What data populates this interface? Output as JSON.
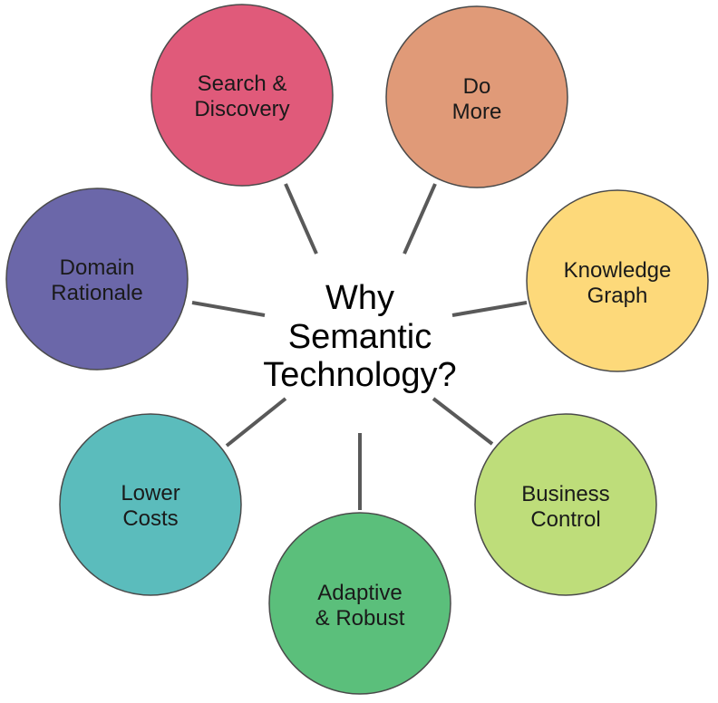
{
  "center": {
    "lines": [
      "Why",
      "Semantic",
      "Technology?"
    ]
  },
  "nodes": [
    {
      "id": "search-discovery",
      "lines": [
        "Search &",
        "Discovery"
      ],
      "color": "#e05a7a"
    },
    {
      "id": "do-more",
      "lines": [
        "Do",
        "More"
      ],
      "color": "#e09a78"
    },
    {
      "id": "knowledge-graph",
      "lines": [
        "Knowledge",
        "Graph"
      ],
      "color": "#fdd97a"
    },
    {
      "id": "business-control",
      "lines": [
        "Business",
        "Control"
      ],
      "color": "#bedd7a"
    },
    {
      "id": "adaptive-robust",
      "lines": [
        "Adaptive",
        "& Robust"
      ],
      "color": "#5bbf7b"
    },
    {
      "id": "lower-costs",
      "lines": [
        "Lower",
        "Costs"
      ],
      "color": "#5bbcbc"
    },
    {
      "id": "domain-rationale",
      "lines": [
        "Domain",
        "Rationale"
      ],
      "color": "#6b67a9"
    }
  ]
}
